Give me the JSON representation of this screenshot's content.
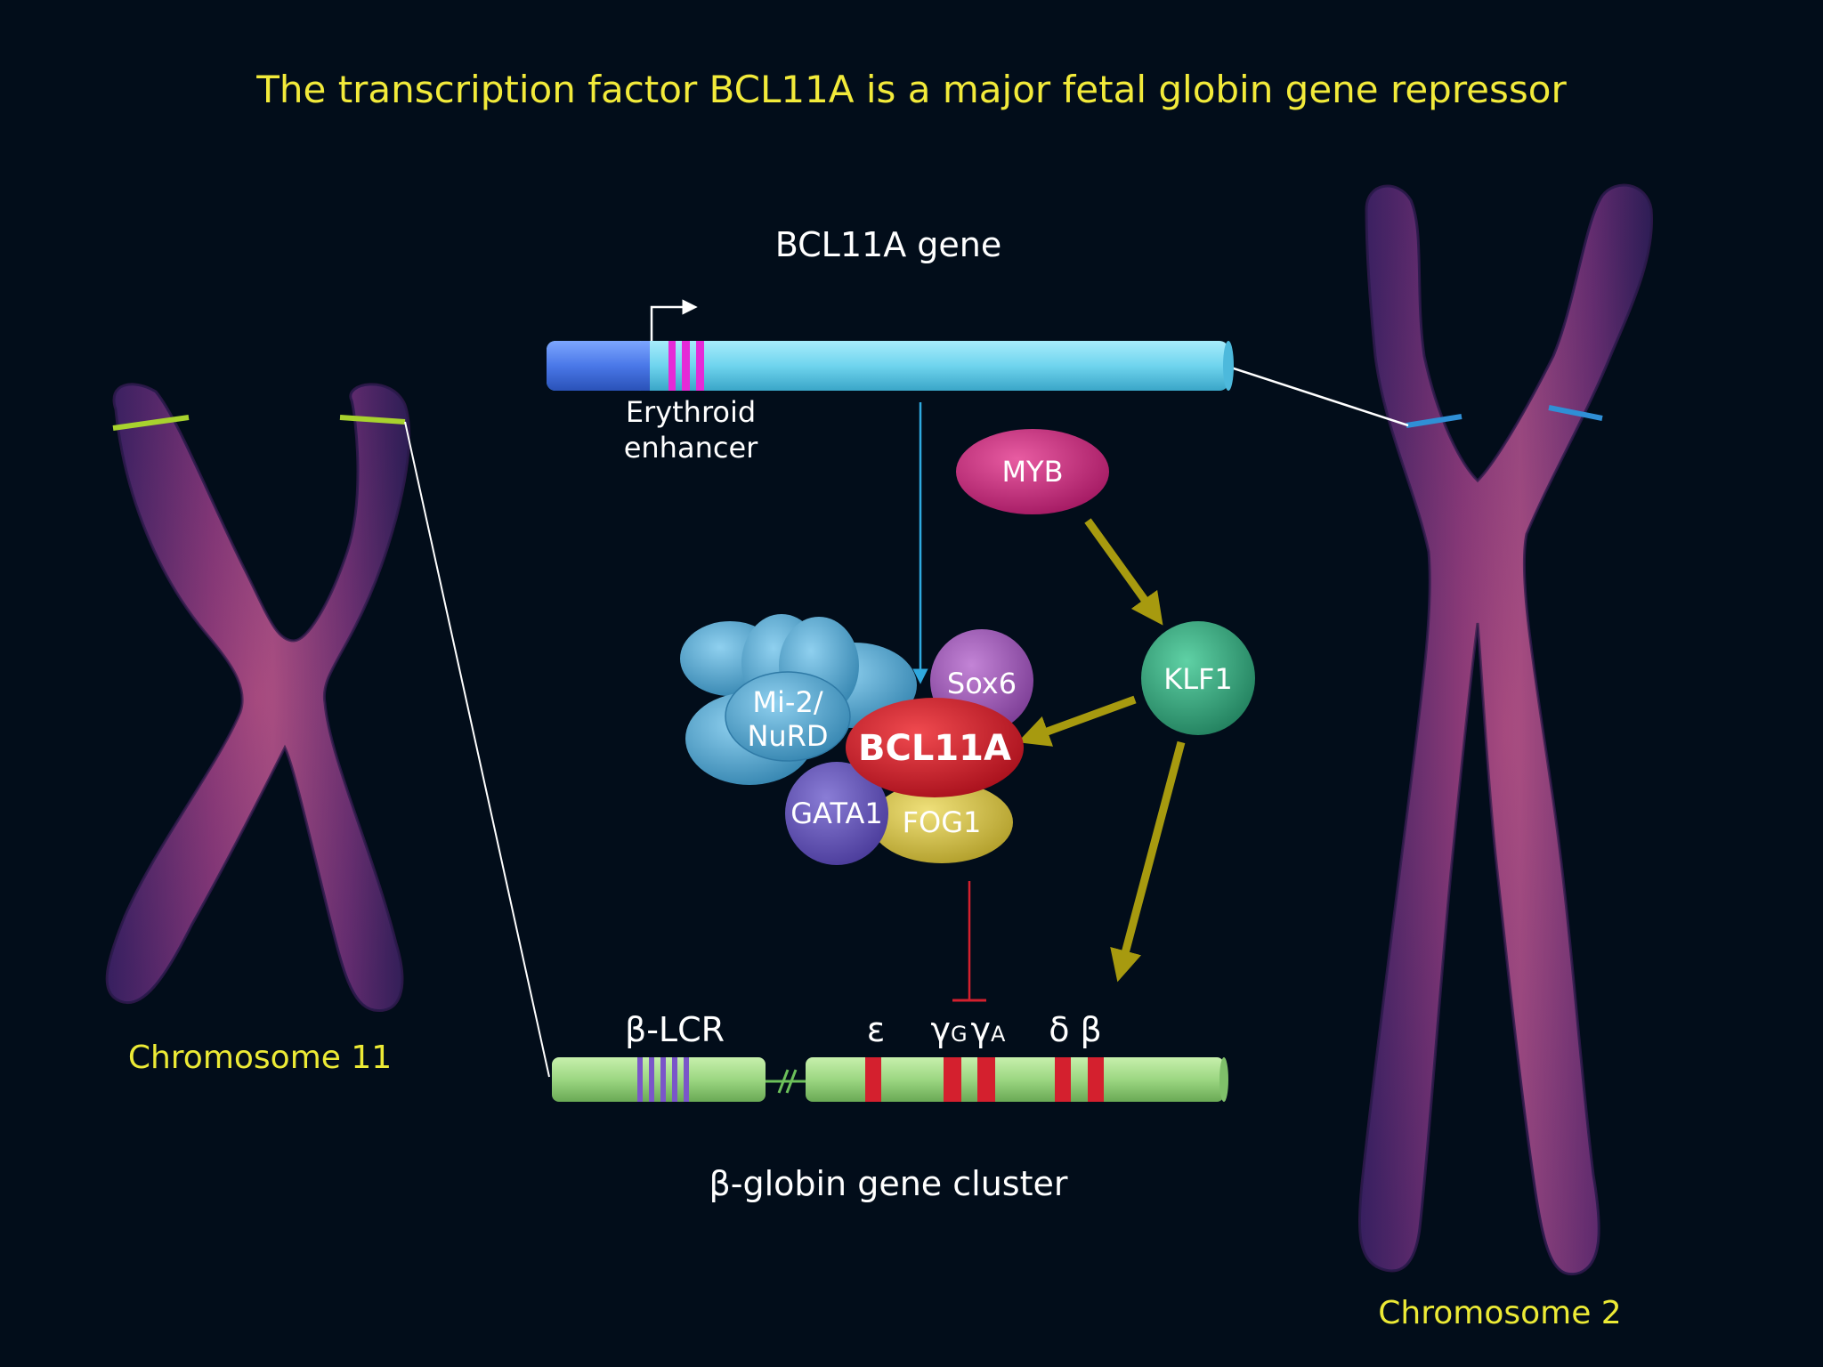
{
  "title": "The transcription factor BCL11A is a major fetal globin gene repressor",
  "labels": {
    "bcl11a_gene": "BCL11A gene",
    "enhancer_line1": "Erythroid",
    "enhancer_line2": "enhancer",
    "chromosome11": "Chromosome 11",
    "chromosome2": "Chromosome 2",
    "cluster": "β-globin gene cluster",
    "lcr": "β-LCR",
    "epsilon": "ε",
    "gamma_g": "γ",
    "gamma_g_sub": "G",
    "gamma_a": "γ",
    "gamma_a_sub": "A",
    "delta_beta": "δ β"
  },
  "nodes": {
    "myb": "MYB",
    "klf1": "KLF1",
    "sox6": "Sox6",
    "nurd_line1": "Mi-2/",
    "nurd_line2": "NuRD",
    "bcl11a": "BCL11A",
    "gata1": "GATA1",
    "fog1": "FOG1"
  },
  "colors": {
    "background": "#020d1a",
    "title": "#f2ea3a",
    "gene_bar": "#74d8f0",
    "globin_bar": "#a2dc88",
    "myb": "#c92d7c",
    "klf1": "#3fae86",
    "sox6": "#a55fba",
    "nurd": "#5cb3dc",
    "bcl11a": "#d2222d",
    "gata1": "#6a5cba",
    "fog1": "#d8c64c",
    "activation_arrow": "#a79a0f",
    "repression": "#d4202e"
  }
}
